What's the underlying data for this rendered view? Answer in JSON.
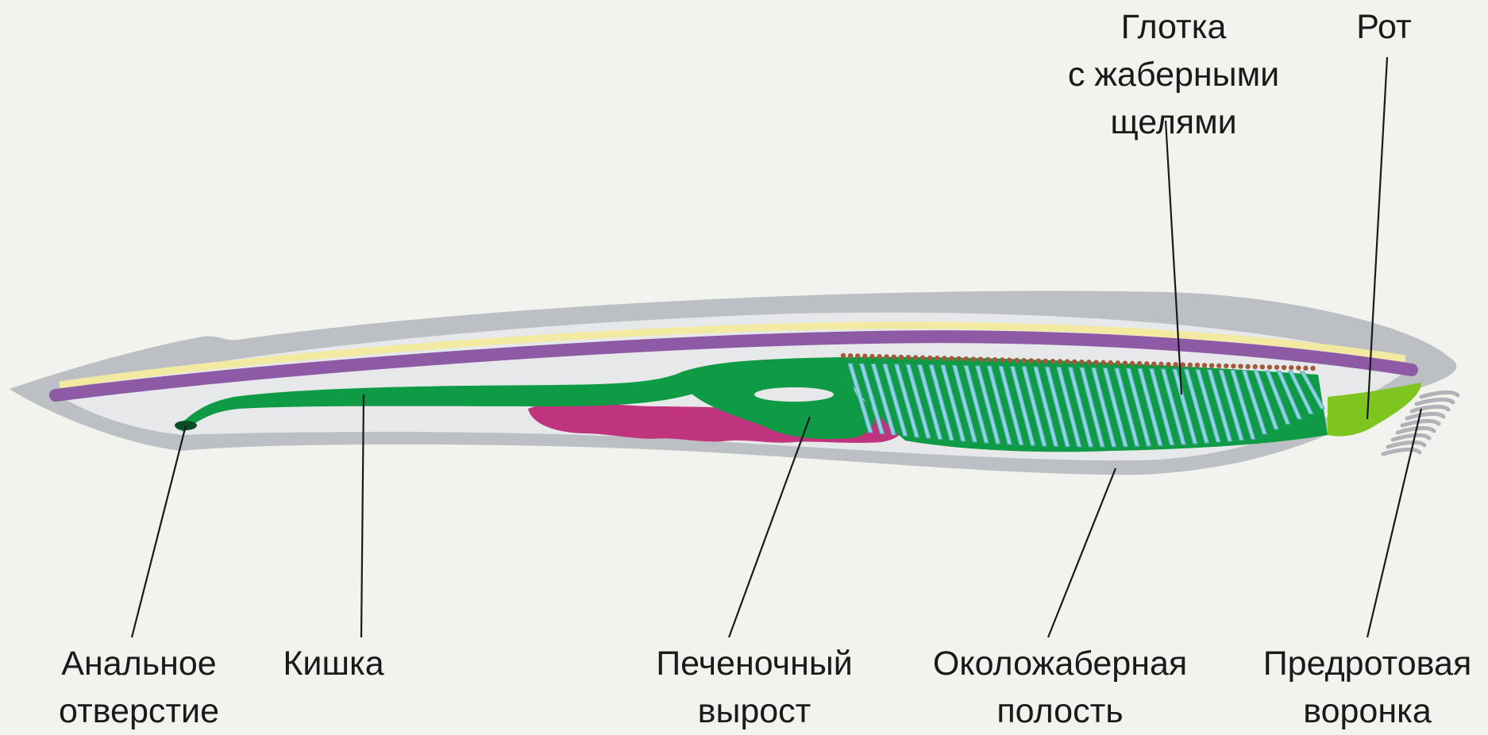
{
  "colors": {
    "background": "#f2f2ee",
    "body_outline": "#bcbfc3",
    "body_inner": "#e7e8e9",
    "notochord": "#8e5aa6",
    "nerve_cord": "#f3eaa2",
    "gut": "#0f9b45",
    "gill_slits": "#8ed3e2",
    "gill_pigment": "#a35a3a",
    "gonads": "#c0347e",
    "mouth": "#7ec51f"
  },
  "labels": {
    "pharynx": [
      "Глотка",
      "с жаберными",
      "щелями"
    ],
    "mouth": [
      "Рот"
    ],
    "anus": [
      "Анальное",
      "отверстие"
    ],
    "intestine": [
      "Кишка"
    ],
    "liver": [
      "Печеночный",
      "вырост"
    ],
    "atrium": [
      "Околожаберная",
      "полость"
    ],
    "oral_hood": [
      "Предротовая",
      "воронка"
    ]
  }
}
